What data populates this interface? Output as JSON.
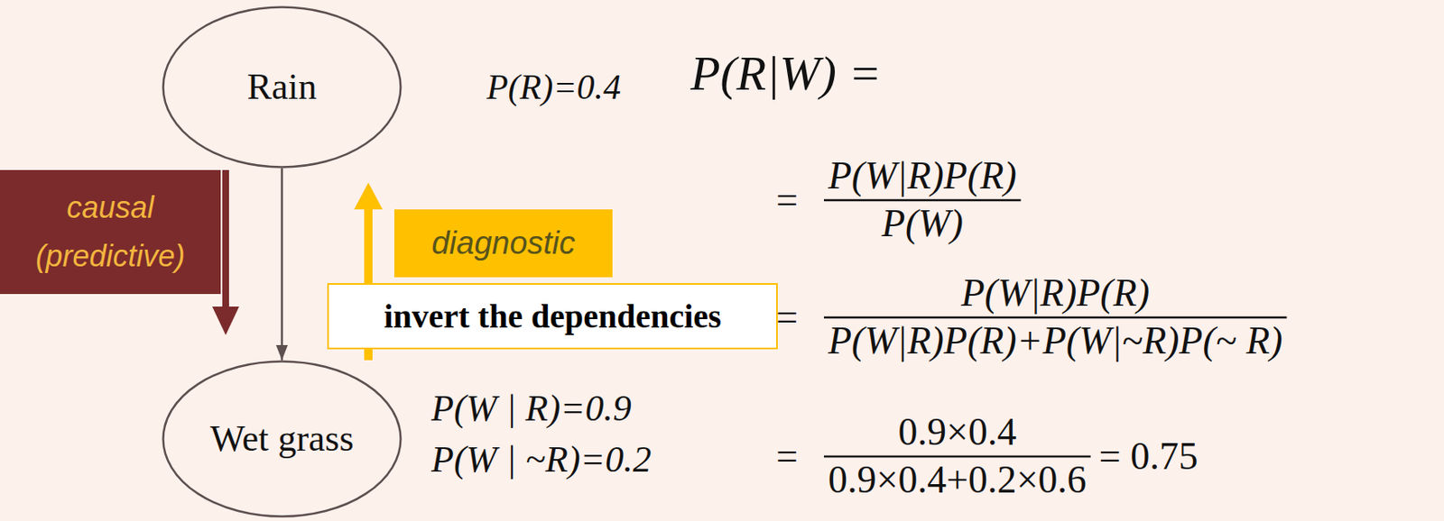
{
  "diagram": {
    "nodes": [
      {
        "text": [
          "Rain"
        ]
      },
      {
        "text": [
          "causal (predictive)"
        ]
      },
      {
        "text": [
          "diagnostic"
        ]
      },
      {
        "text": [
          "invert the dependencies"
        ]
      },
      {
        "text": [
          "Wet grass"
        ]
      }
    ],
    "edges": [
      {
        "from": 0,
        "to": 4,
        "arrow": "to"
      }
    ],
    "labels": [
      "P(R)=0.4",
      "P(R|W) =",
      "=",
      "P(W|R)P(R)",
      "P(W)",
      "=",
      "P(W|R)P(R)",
      "P(W|R)P(R)+P(W|~R)P(~ R)",
      "P(W | R)=0.9",
      "P(W | ~R)=0.2",
      "=",
      "0.9×0.4",
      "0.9×0.4+0.2×0.6",
      "= 0.75"
    ]
  }
}
